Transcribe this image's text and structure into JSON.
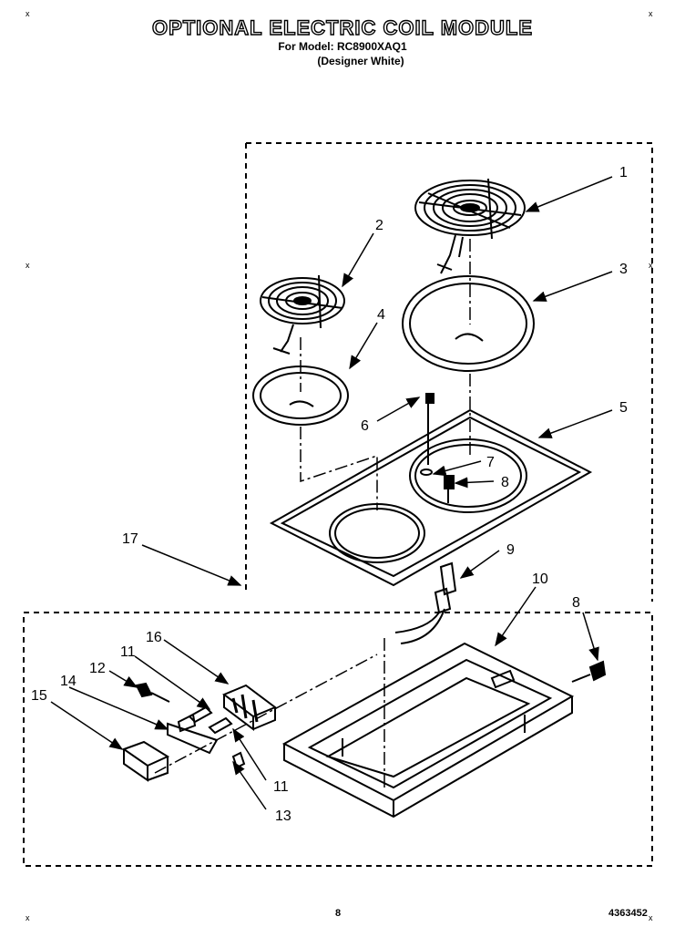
{
  "header": {
    "title": "OPTIONAL ELECTRIC COIL MODULE",
    "model_line": "For Model: RC8900XAQ1",
    "variant_line": "(Designer White)"
  },
  "callouts": [
    {
      "id": "c1",
      "label": "1"
    },
    {
      "id": "c2",
      "label": "2"
    },
    {
      "id": "c3",
      "label": "3"
    },
    {
      "id": "c4",
      "label": "4"
    },
    {
      "id": "c5",
      "label": "5"
    },
    {
      "id": "c6",
      "label": "6"
    },
    {
      "id": "c7",
      "label": "7"
    },
    {
      "id": "c8a",
      "label": "8"
    },
    {
      "id": "c8b",
      "label": "8"
    },
    {
      "id": "c9",
      "label": "9"
    },
    {
      "id": "c10",
      "label": "10"
    },
    {
      "id": "c11a",
      "label": "11"
    },
    {
      "id": "c11b",
      "label": "11"
    },
    {
      "id": "c12",
      "label": "12"
    },
    {
      "id": "c13",
      "label": "13"
    },
    {
      "id": "c14",
      "label": "14"
    },
    {
      "id": "c15",
      "label": "15"
    },
    {
      "id": "c16",
      "label": "16"
    },
    {
      "id": "c17",
      "label": "17"
    }
  ],
  "footer": {
    "page_number": "8",
    "document_number": "4363452"
  },
  "corner_mark": "x"
}
